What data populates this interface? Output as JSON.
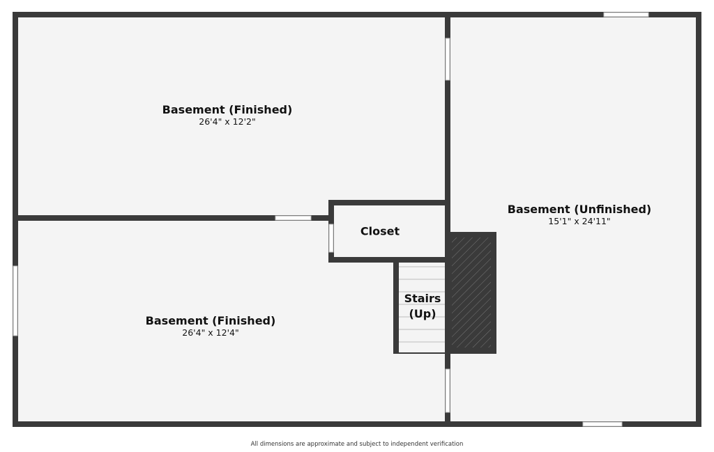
{
  "rooms": [
    {
      "name": "Basement (Finished)",
      "dimensions": "26'4\" x 12'2\""
    },
    {
      "name": "Basement (Finished)",
      "dimensions": "26'4\" x 12'4\""
    },
    {
      "name": "Basement (Unfinished)",
      "dimensions": "15'1\" x 24'11\""
    },
    {
      "name": "Closet"
    },
    {
      "name": "Stairs",
      "direction": "(Up)"
    }
  ],
  "footer": "All dimensions are approximate and subject to independent verification",
  "colors": {
    "wall": "#3a3a3a",
    "floor": "#f4f4f4",
    "window": "#ffffff"
  }
}
